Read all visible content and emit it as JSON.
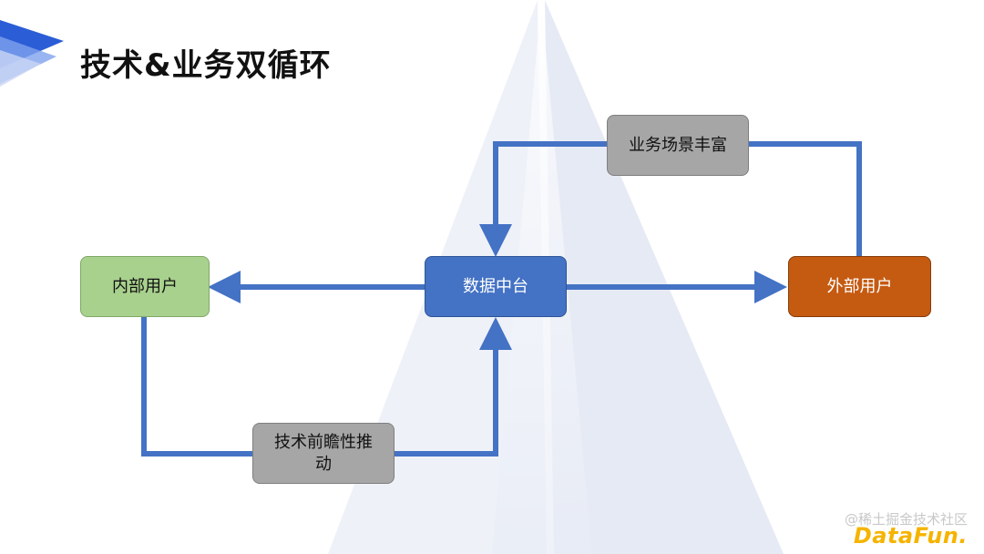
{
  "title": "技术&业务双循环",
  "nodes": {
    "internal_users": "内部用户",
    "data_platform": "数据中台",
    "external_users": "外部用户",
    "business_scenarios": "业务场景丰富",
    "tech_push_line1": "技术前瞻性推",
    "tech_push_line2": "动"
  },
  "watermark": {
    "community": "@稀土掘金技术社区",
    "logo": "DataFun."
  },
  "colors": {
    "arrow": "#4472c4",
    "internal_fill": "#a9d18e",
    "platform_fill": "#4472c4",
    "external_fill": "#c55a11",
    "label_fill": "#a6a6a6",
    "logo": "#f5b400"
  }
}
